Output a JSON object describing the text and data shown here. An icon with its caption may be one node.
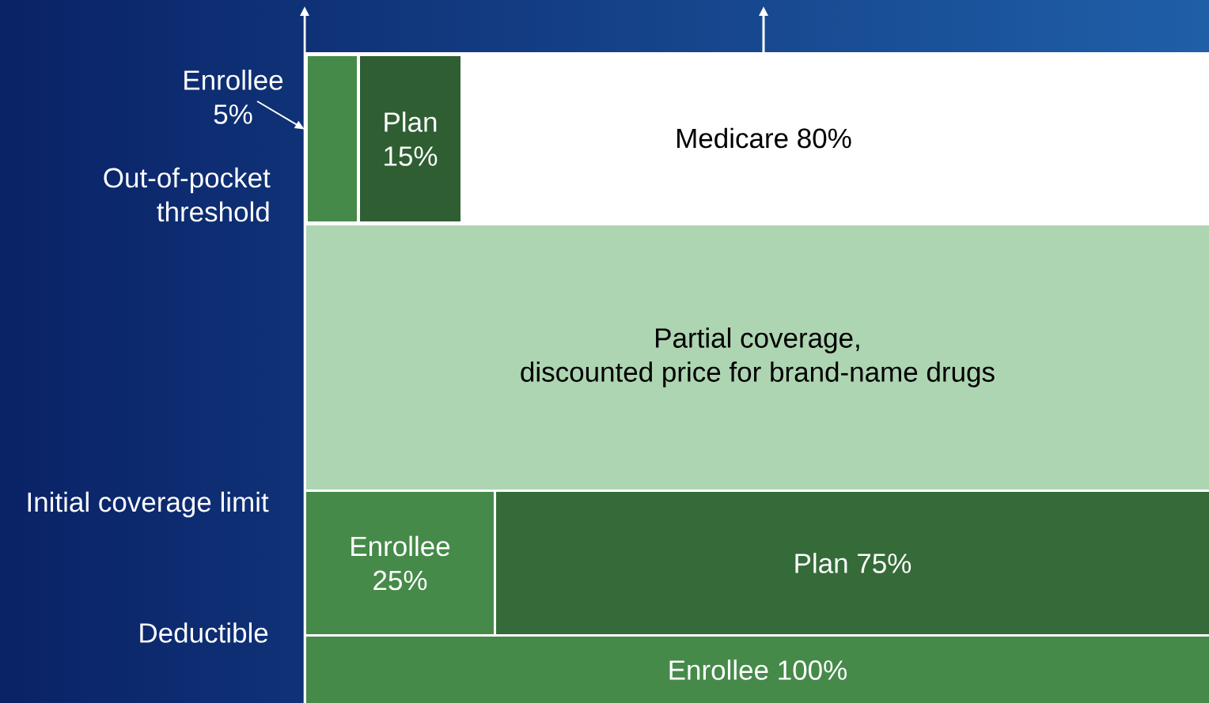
{
  "diagram": {
    "nodes": [
      {
        "text": [
          "Enrollee 5%"
        ]
      },
      {
        "text": [],
        "shape": "box"
      },
      {
        "text": [
          "Plan 15%"
        ]
      },
      {
        "text": [
          "Medicare 80%"
        ]
      },
      {
        "text": [
          "Partial coverage,",
          "discounted price for brand-name drugs"
        ]
      },
      {
        "text": [
          "Enrollee 25%"
        ]
      },
      {
        "text": [
          "Plan 75%"
        ]
      },
      {
        "text": [
          "Enrollee 100%"
        ]
      }
    ],
    "edges": [
      {
        "from": 0,
        "to": 1,
        "arrow": "to"
      }
    ],
    "labels": [
      "Out-of-pocket threshold",
      "Initial coverage limit",
      "Deductible"
    ]
  }
}
